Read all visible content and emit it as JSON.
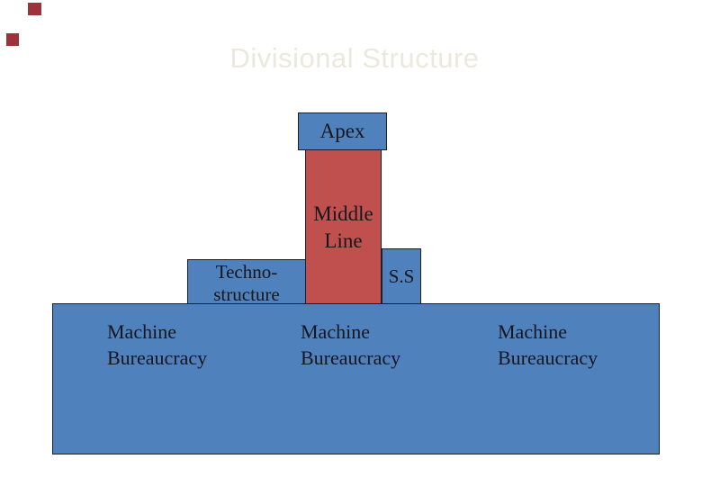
{
  "slide": {
    "title": "Divisional Structure"
  },
  "diagram": {
    "apex": {
      "label": "Apex"
    },
    "middle_line": {
      "lines": [
        "Middle",
        "Line"
      ]
    },
    "technostructure": {
      "lines": [
        "Techno-",
        "structure"
      ]
    },
    "support_staff": {
      "label": "S.S"
    },
    "operating_core": {
      "labels": [
        {
          "lines": [
            "Machine",
            "Bureaucracy"
          ]
        },
        {
          "lines": [
            "Machine",
            "Bureaucracy"
          ]
        },
        {
          "lines": [
            "Machine",
            "Bureaucracy"
          ]
        }
      ]
    }
  },
  "colors": {
    "background": "#FFFFFF",
    "node-blue": "#4F81BD",
    "node-red": "#C0504D",
    "node-border": "#1B1F27",
    "label-text": "#16161F",
    "title-text": "#EBE9DD",
    "decor-red": "#9E323B"
  }
}
